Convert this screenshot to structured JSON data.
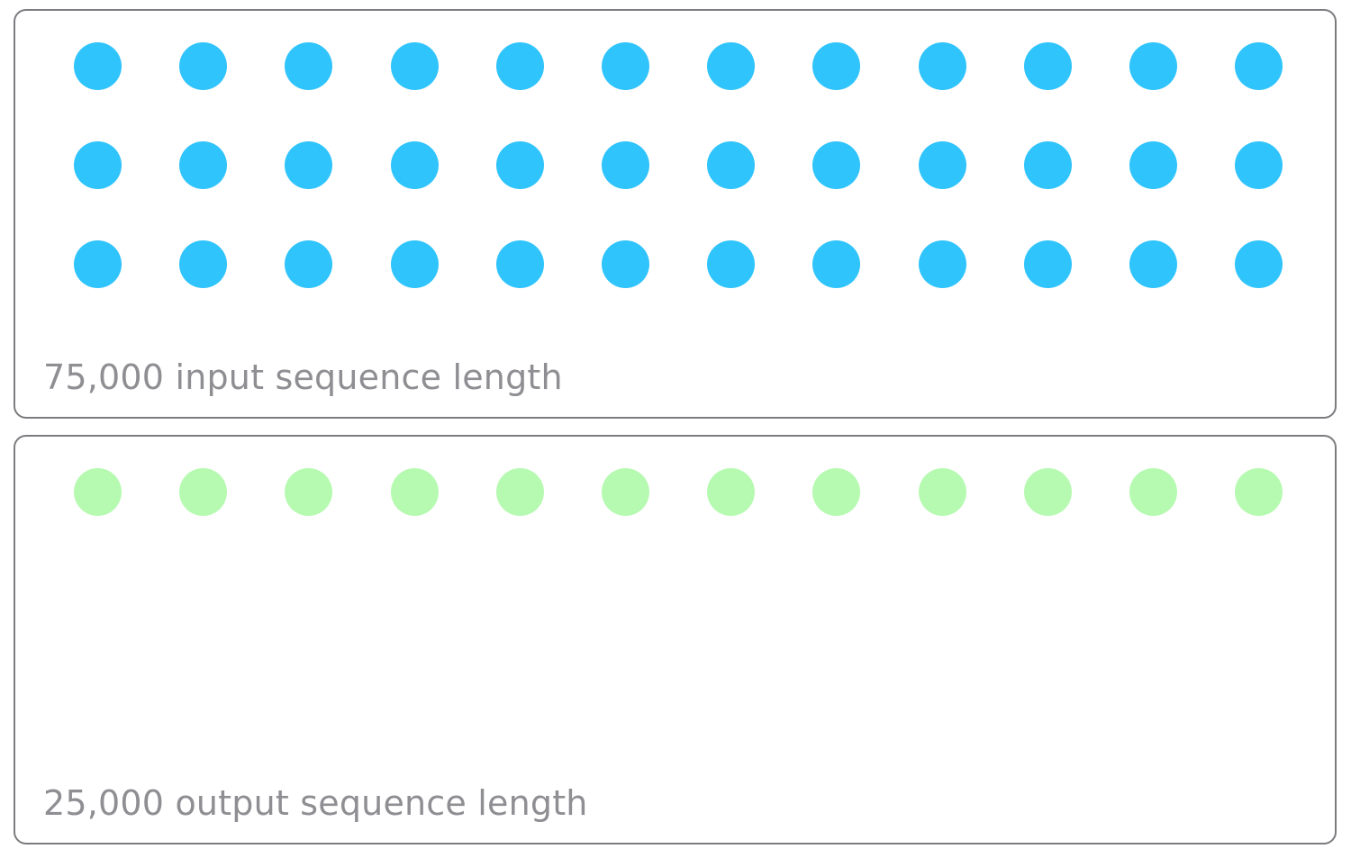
{
  "panels": [
    {
      "id": "input",
      "caption": "75,000 input sequence length",
      "dot_color": "#30c4fc",
      "rows": 3,
      "columns": 12
    },
    {
      "id": "output",
      "caption": "25,000 output sequence length",
      "dot_color": "#b6fab1",
      "rows": 1,
      "columns": 12
    }
  ]
}
